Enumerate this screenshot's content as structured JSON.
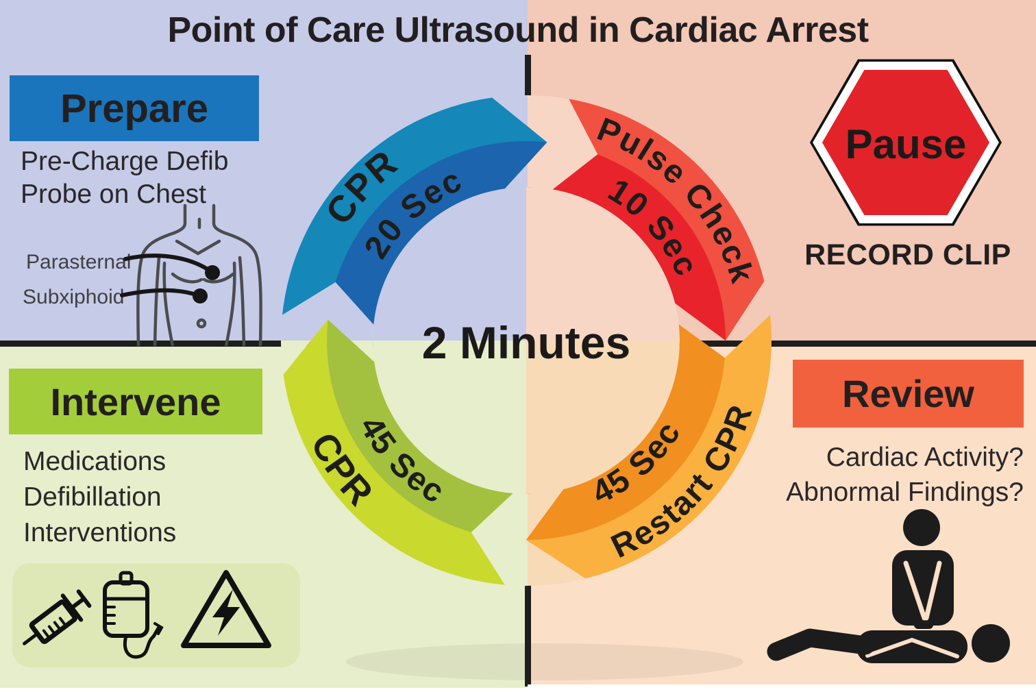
{
  "title": "Point of Care Ultrasound in Cardiac Arrest",
  "center": {
    "label": "2 Minutes"
  },
  "cycle": {
    "steps": [
      {
        "label": "CPR",
        "duration": "20 Sec",
        "outer_color": "#1587b8",
        "inner_color": "#1c64ad"
      },
      {
        "label": "Pulse Check",
        "duration": "10 Sec",
        "outer_color": "#f15140",
        "inner_color": "#e8232b"
      },
      {
        "label": "Restart CPR",
        "duration": "45 Sec",
        "outer_color": "#fbb13f",
        "inner_color": "#f18f21"
      },
      {
        "label": "CPR",
        "duration": "45 Sec",
        "outer_color": "#c9d92e",
        "inner_color": "#a3c13f"
      }
    ]
  },
  "prepare": {
    "heading": "Prepare",
    "lines": [
      "Pre-Charge Defib",
      "Probe on Chest"
    ],
    "probe_labels": [
      "Parasternal",
      "Subxiphoid"
    ],
    "accent": "#1a75bc"
  },
  "pause": {
    "heading": "Pause",
    "subheading": "RECORD CLIP",
    "accent": "#e2232a"
  },
  "intervene": {
    "heading": "Intervene",
    "lines": [
      "Medications",
      "Defibillation",
      "Interventions"
    ],
    "accent": "#a4cd3a"
  },
  "review": {
    "heading": "Review",
    "lines": [
      "Cardiac Activity?",
      "Abnormal Findings?"
    ],
    "accent": "#f2613d"
  },
  "backgrounds": {
    "top_left": "#c6cbe8",
    "top_right": "#f3c9b7",
    "bottom_left": "#e7eecb",
    "bottom_right": "#fbdfc7",
    "disc": {
      "top_left": "#c6cbe8",
      "top_right": "#f7d6c6",
      "bottom_left": "#e7eecb",
      "bottom_right": "#f9dab6"
    }
  }
}
